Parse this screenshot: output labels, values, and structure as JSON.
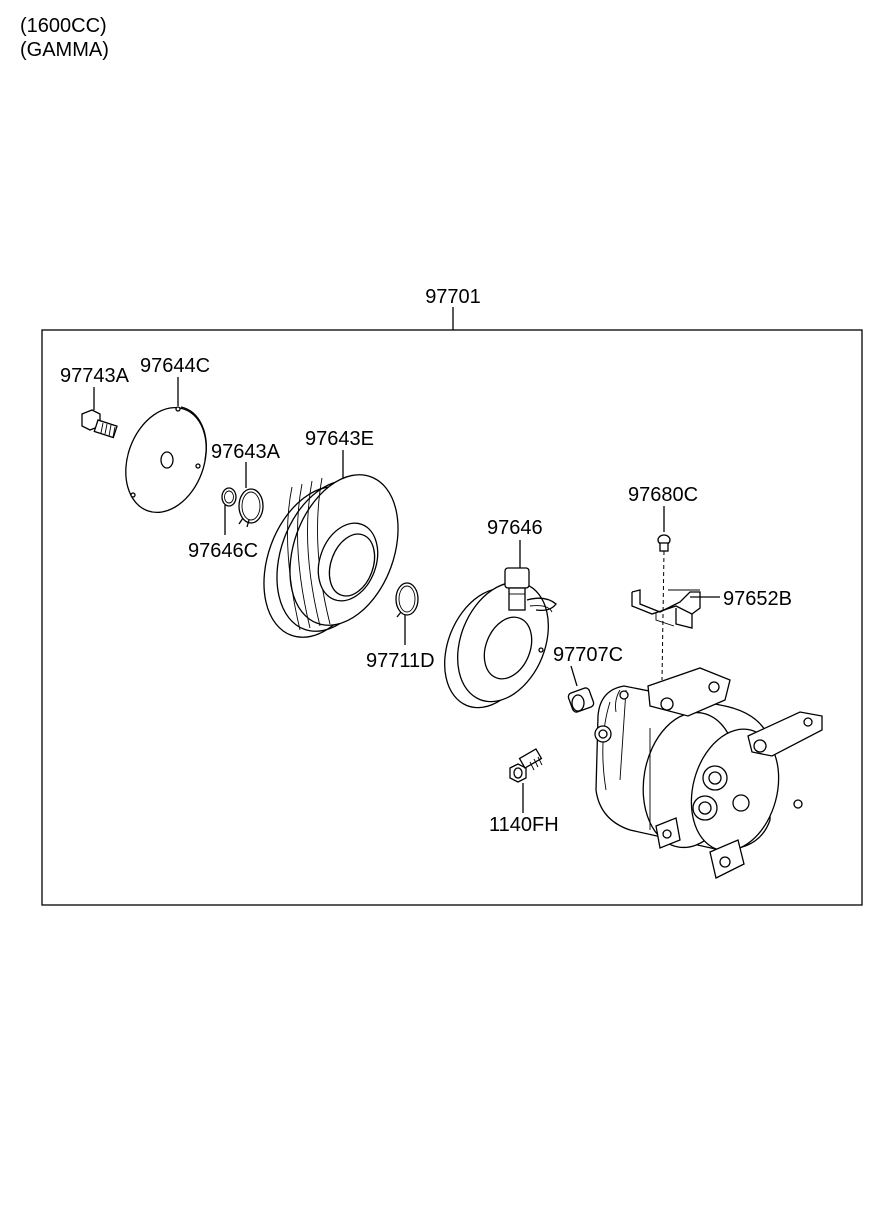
{
  "header": {
    "line1": "(1600CC)",
    "line2": "(GAMMA)"
  },
  "assembly_label": "97701",
  "parts": {
    "p97743A": "97743A",
    "p97644C": "97644C",
    "p97643A": "97643A",
    "p97643E": "97643E",
    "p97646C": "97646C",
    "p97711D": "97711D",
    "p97646": "97646",
    "p97680C": "97680C",
    "p97652B": "97652B",
    "p97707C": "97707C",
    "p1140FH": "1140FH"
  }
}
